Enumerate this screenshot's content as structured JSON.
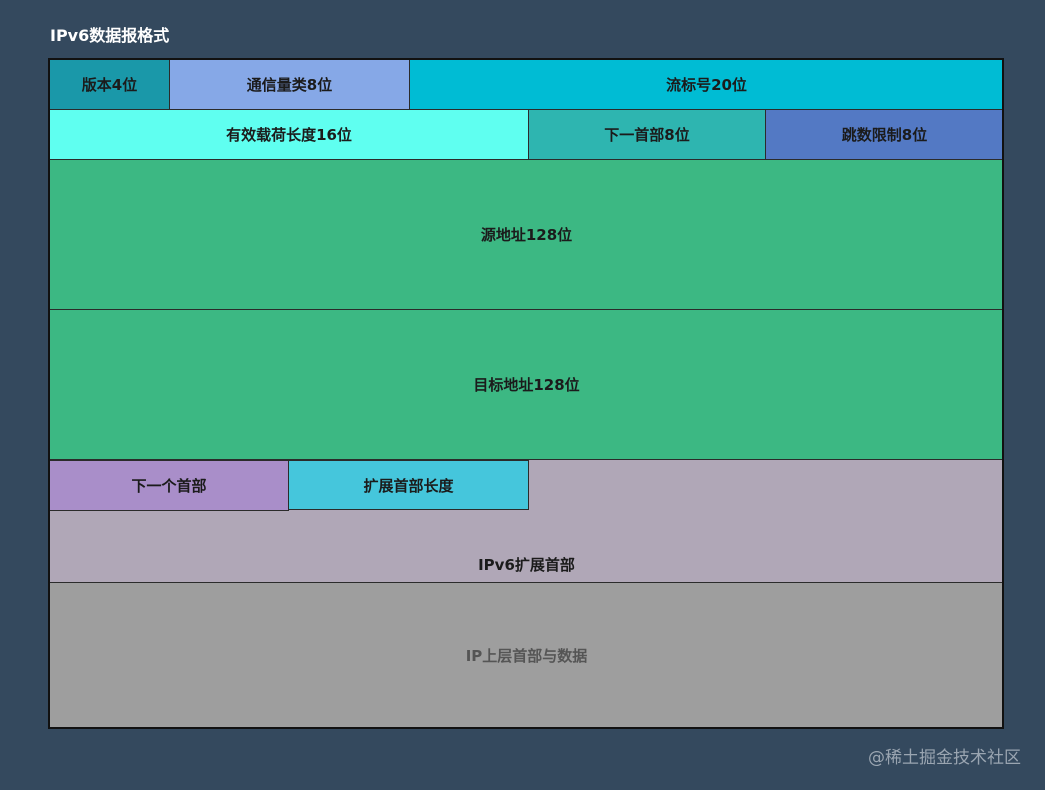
{
  "title": "IPv6数据报格式",
  "fields": {
    "version": "版本4位",
    "traffic_class": "通信量类8位",
    "flow_label": "流标号20位",
    "payload_length": "有效载荷长度16位",
    "next_header": "下一首部8位",
    "hop_limit": "跳数限制8位",
    "source_address": "源地址128位",
    "destination_address": "目标地址128位"
  },
  "extension": {
    "next_header": "下一个首部",
    "ext_header_length": "扩展首部长度",
    "label": "IPv6扩展首部"
  },
  "upper": "IP上层首部与数据",
  "watermark": "@稀土掘金技术社区",
  "colors": {
    "background": "#34495e",
    "version": "#1a98a9",
    "traffic_class": "#86a8e7",
    "flow_label": "#00bcd4",
    "payload_length": "#5ffff0",
    "next_header": "#2eb5b0",
    "hop_limit": "#5379c4",
    "address": "#3cb883",
    "ext_next_header": "#a98ec9",
    "ext_header_length": "#45c6dc",
    "extension": "#b0a7b7",
    "upper": "#9e9e9e"
  }
}
